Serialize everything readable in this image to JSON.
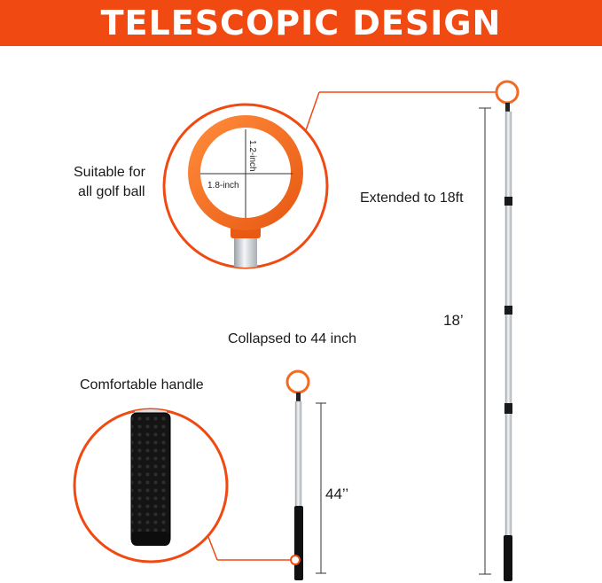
{
  "banner": {
    "title": "TELESCOPIC DESIGN"
  },
  "ring_detail": {
    "caption_line1": "Suitable for",
    "caption_line2": "all golf ball",
    "height_label": "1.2-inch",
    "width_label": "1.8-inch"
  },
  "extended": {
    "caption": "Extended to 18ft",
    "length_label": "18’"
  },
  "collapsed": {
    "caption": "Collapsed to 44 inch",
    "length_label": "44’’"
  },
  "handle_detail": {
    "caption": "Comfortable handle"
  },
  "colors": {
    "accent": "#f04a12",
    "ring_orange": "#f26a24",
    "shaft_silver": "#d4d8dc",
    "grip_black": "#111111"
  }
}
